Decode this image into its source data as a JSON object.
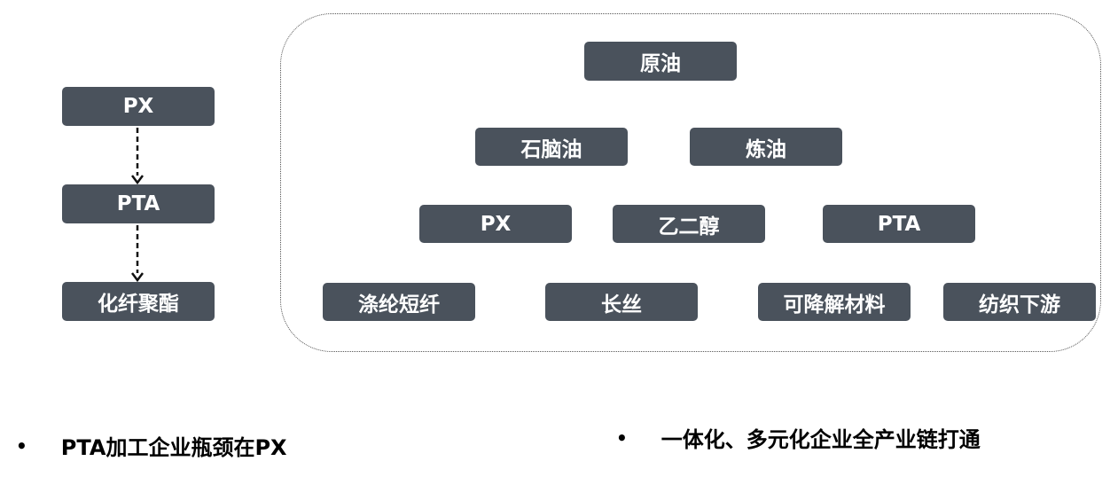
{
  "left_chain": {
    "nodes": [
      "PX",
      "PTA",
      "化纤聚酯"
    ]
  },
  "right_tree": {
    "row1": [
      "原油"
    ],
    "row2": [
      "石脑油",
      "炼油"
    ],
    "row3": [
      "PX",
      "乙二醇",
      "PTA"
    ],
    "row4": [
      "涤纶短纤",
      "长丝",
      "可降解材料",
      "纺织下游"
    ]
  },
  "bullets": {
    "left": {
      "marker": "•",
      "text": "PTA加工企业瓶颈在PX"
    },
    "right": {
      "marker": "•",
      "text": "一体化、多元化企业全产业链打通"
    }
  },
  "colors": {
    "node_fill": "#4a525c",
    "node_text": "#ffffff",
    "frame_border": "#555555"
  }
}
